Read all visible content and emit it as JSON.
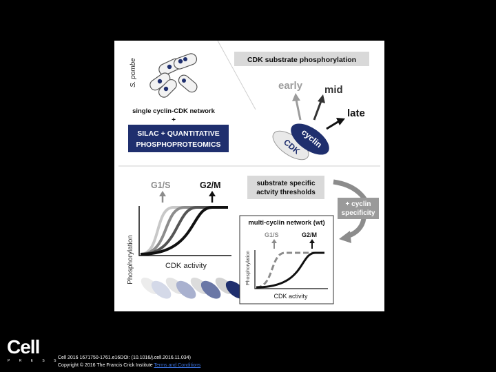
{
  "figure": {
    "species_label": "S. pombe",
    "header_label": "CDK substrate phosphorylation",
    "network_label": "single cyclin-CDK network",
    "plus_sign": "+",
    "method_line1": "SILAC + QUANTITATIVE",
    "method_line2": "PHOSPHOPROTEOMICS",
    "early_label": "early",
    "mid_label": "mid",
    "late_label": "late",
    "cyclin_label": "cyclin",
    "cdk_label": "CDK",
    "threshold_line1": "substrate specific",
    "threshold_line2": "actvity thresholds",
    "g1s_label": "G1/S",
    "g2m_label": "G2/M",
    "y_axis_label": "Phosphorylation",
    "x_axis_label": "CDK activity",
    "specificity_line1": "+ cyclin",
    "specificity_line2": "specificity",
    "inset_title": "multi-cyclin network (wt)",
    "inset_g1s_label": "G1/S",
    "inset_g2m_label": "G2/M",
    "inset_y_axis_label": "Phosphorylation",
    "inset_x_axis_label": "CDK activity"
  },
  "footer": {
    "logo_text": "Cell",
    "logo_sub": "P R E S S",
    "citation_line1": "Cell 2016 1671750-1761.e16DOI: (10.1016/j.cell.2016.11.034)",
    "citation_line2": "Copyright © 2016 The Francis Crick Institute",
    "terms_link": "Terms and Conditions"
  },
  "colors": {
    "navy": "#1f2f6e",
    "header_gray": "#d9d9d9",
    "mid_gray": "#8c8c8c",
    "light_gray": "#bdbdbd",
    "dark_gray": "#555555"
  }
}
